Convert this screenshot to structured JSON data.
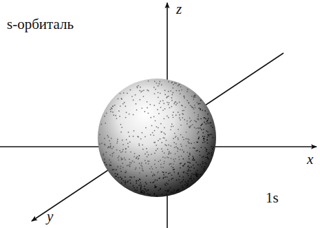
{
  "diagram": {
    "labels": [
      "s-орбиталь",
      "z",
      "x",
      "y",
      "1s"
    ]
  }
}
